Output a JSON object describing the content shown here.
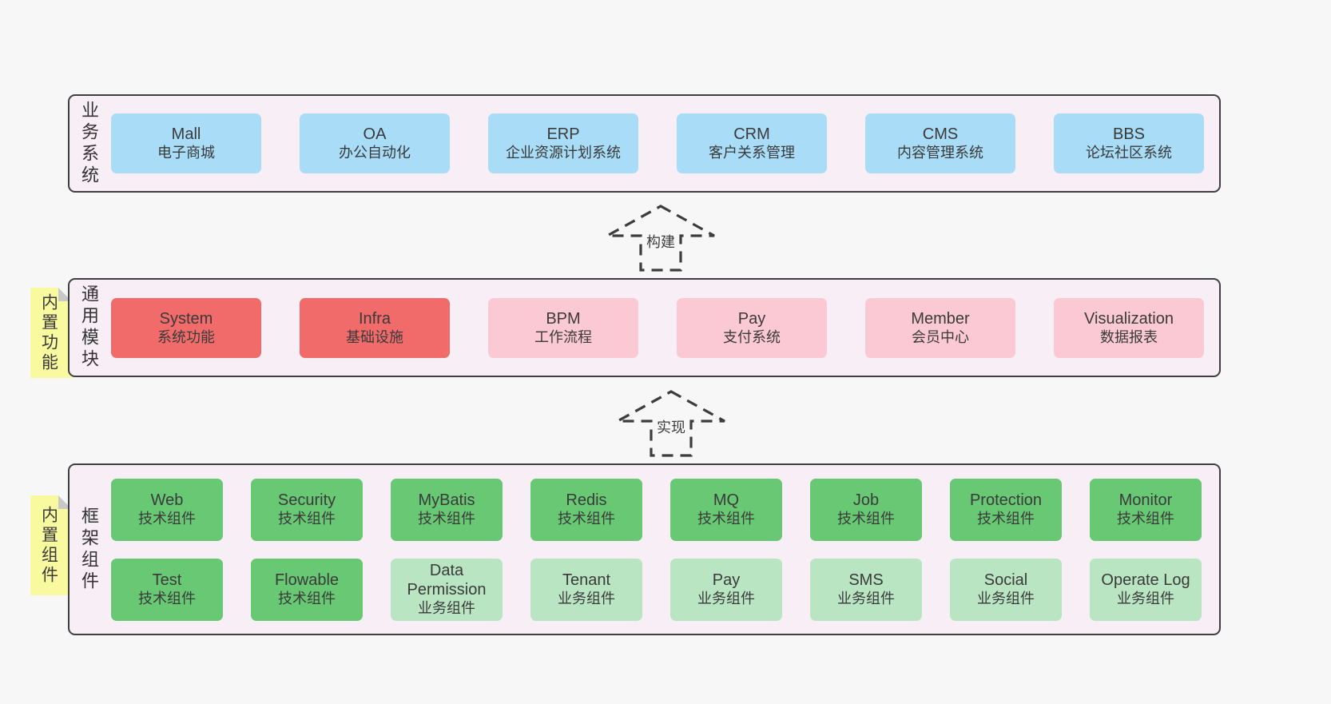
{
  "business": {
    "label": "业务系统",
    "items": [
      {
        "title": "Mall",
        "subtitle": "电子商城"
      },
      {
        "title": "OA",
        "subtitle": "办公自动化"
      },
      {
        "title": "ERP",
        "subtitle": "企业资源计划系统"
      },
      {
        "title": "CRM",
        "subtitle": "客户关系管理"
      },
      {
        "title": "CMS",
        "subtitle": "内容管理系统"
      },
      {
        "title": "BBS",
        "subtitle": "论坛社区系统"
      }
    ]
  },
  "arrows": {
    "build": "构建",
    "implement": "实现"
  },
  "modules": {
    "label": "通用模块",
    "tab": "内置功能",
    "items": [
      {
        "title": "System",
        "subtitle": "系统功能"
      },
      {
        "title": "Infra",
        "subtitle": "基础设施"
      },
      {
        "title": "BPM",
        "subtitle": "工作流程"
      },
      {
        "title": "Pay",
        "subtitle": "支付系统"
      },
      {
        "title": "Member",
        "subtitle": "会员中心"
      },
      {
        "title": "Visualization",
        "subtitle": "数据报表"
      }
    ]
  },
  "framework": {
    "label": "框架组件",
    "tab": "内置组件",
    "row1": [
      {
        "title": "Web",
        "subtitle": "技术组件"
      },
      {
        "title": "Security",
        "subtitle": "技术组件"
      },
      {
        "title": "MyBatis",
        "subtitle": "技术组件"
      },
      {
        "title": "Redis",
        "subtitle": "技术组件"
      },
      {
        "title": "MQ",
        "subtitle": "技术组件"
      },
      {
        "title": "Job",
        "subtitle": "技术组件"
      },
      {
        "title": "Protection",
        "subtitle": "技术组件"
      },
      {
        "title": "Monitor",
        "subtitle": "技术组件"
      }
    ],
    "row2": [
      {
        "title": "Test",
        "subtitle": "技术组件"
      },
      {
        "title": "Flowable",
        "subtitle": "技术组件"
      },
      {
        "title": "Data Permission",
        "subtitle": "业务组件"
      },
      {
        "title": "Tenant",
        "subtitle": "业务组件"
      },
      {
        "title": "Pay",
        "subtitle": "业务组件"
      },
      {
        "title": "SMS",
        "subtitle": "业务组件"
      },
      {
        "title": "Social",
        "subtitle": "业务组件"
      },
      {
        "title": "Operate Log",
        "subtitle": "业务组件"
      }
    ]
  },
  "colors": {
    "page_bg": "#f7f7f7",
    "container_bg": "#f8eef6",
    "border": "#3f3f3f",
    "blue": "#a9dcf7",
    "red": "#f16b6b",
    "pink": "#fbc9d3",
    "green_dark": "#68c873",
    "green_light": "#b9e5c2",
    "yellow_tab": "#f9f9a0"
  }
}
